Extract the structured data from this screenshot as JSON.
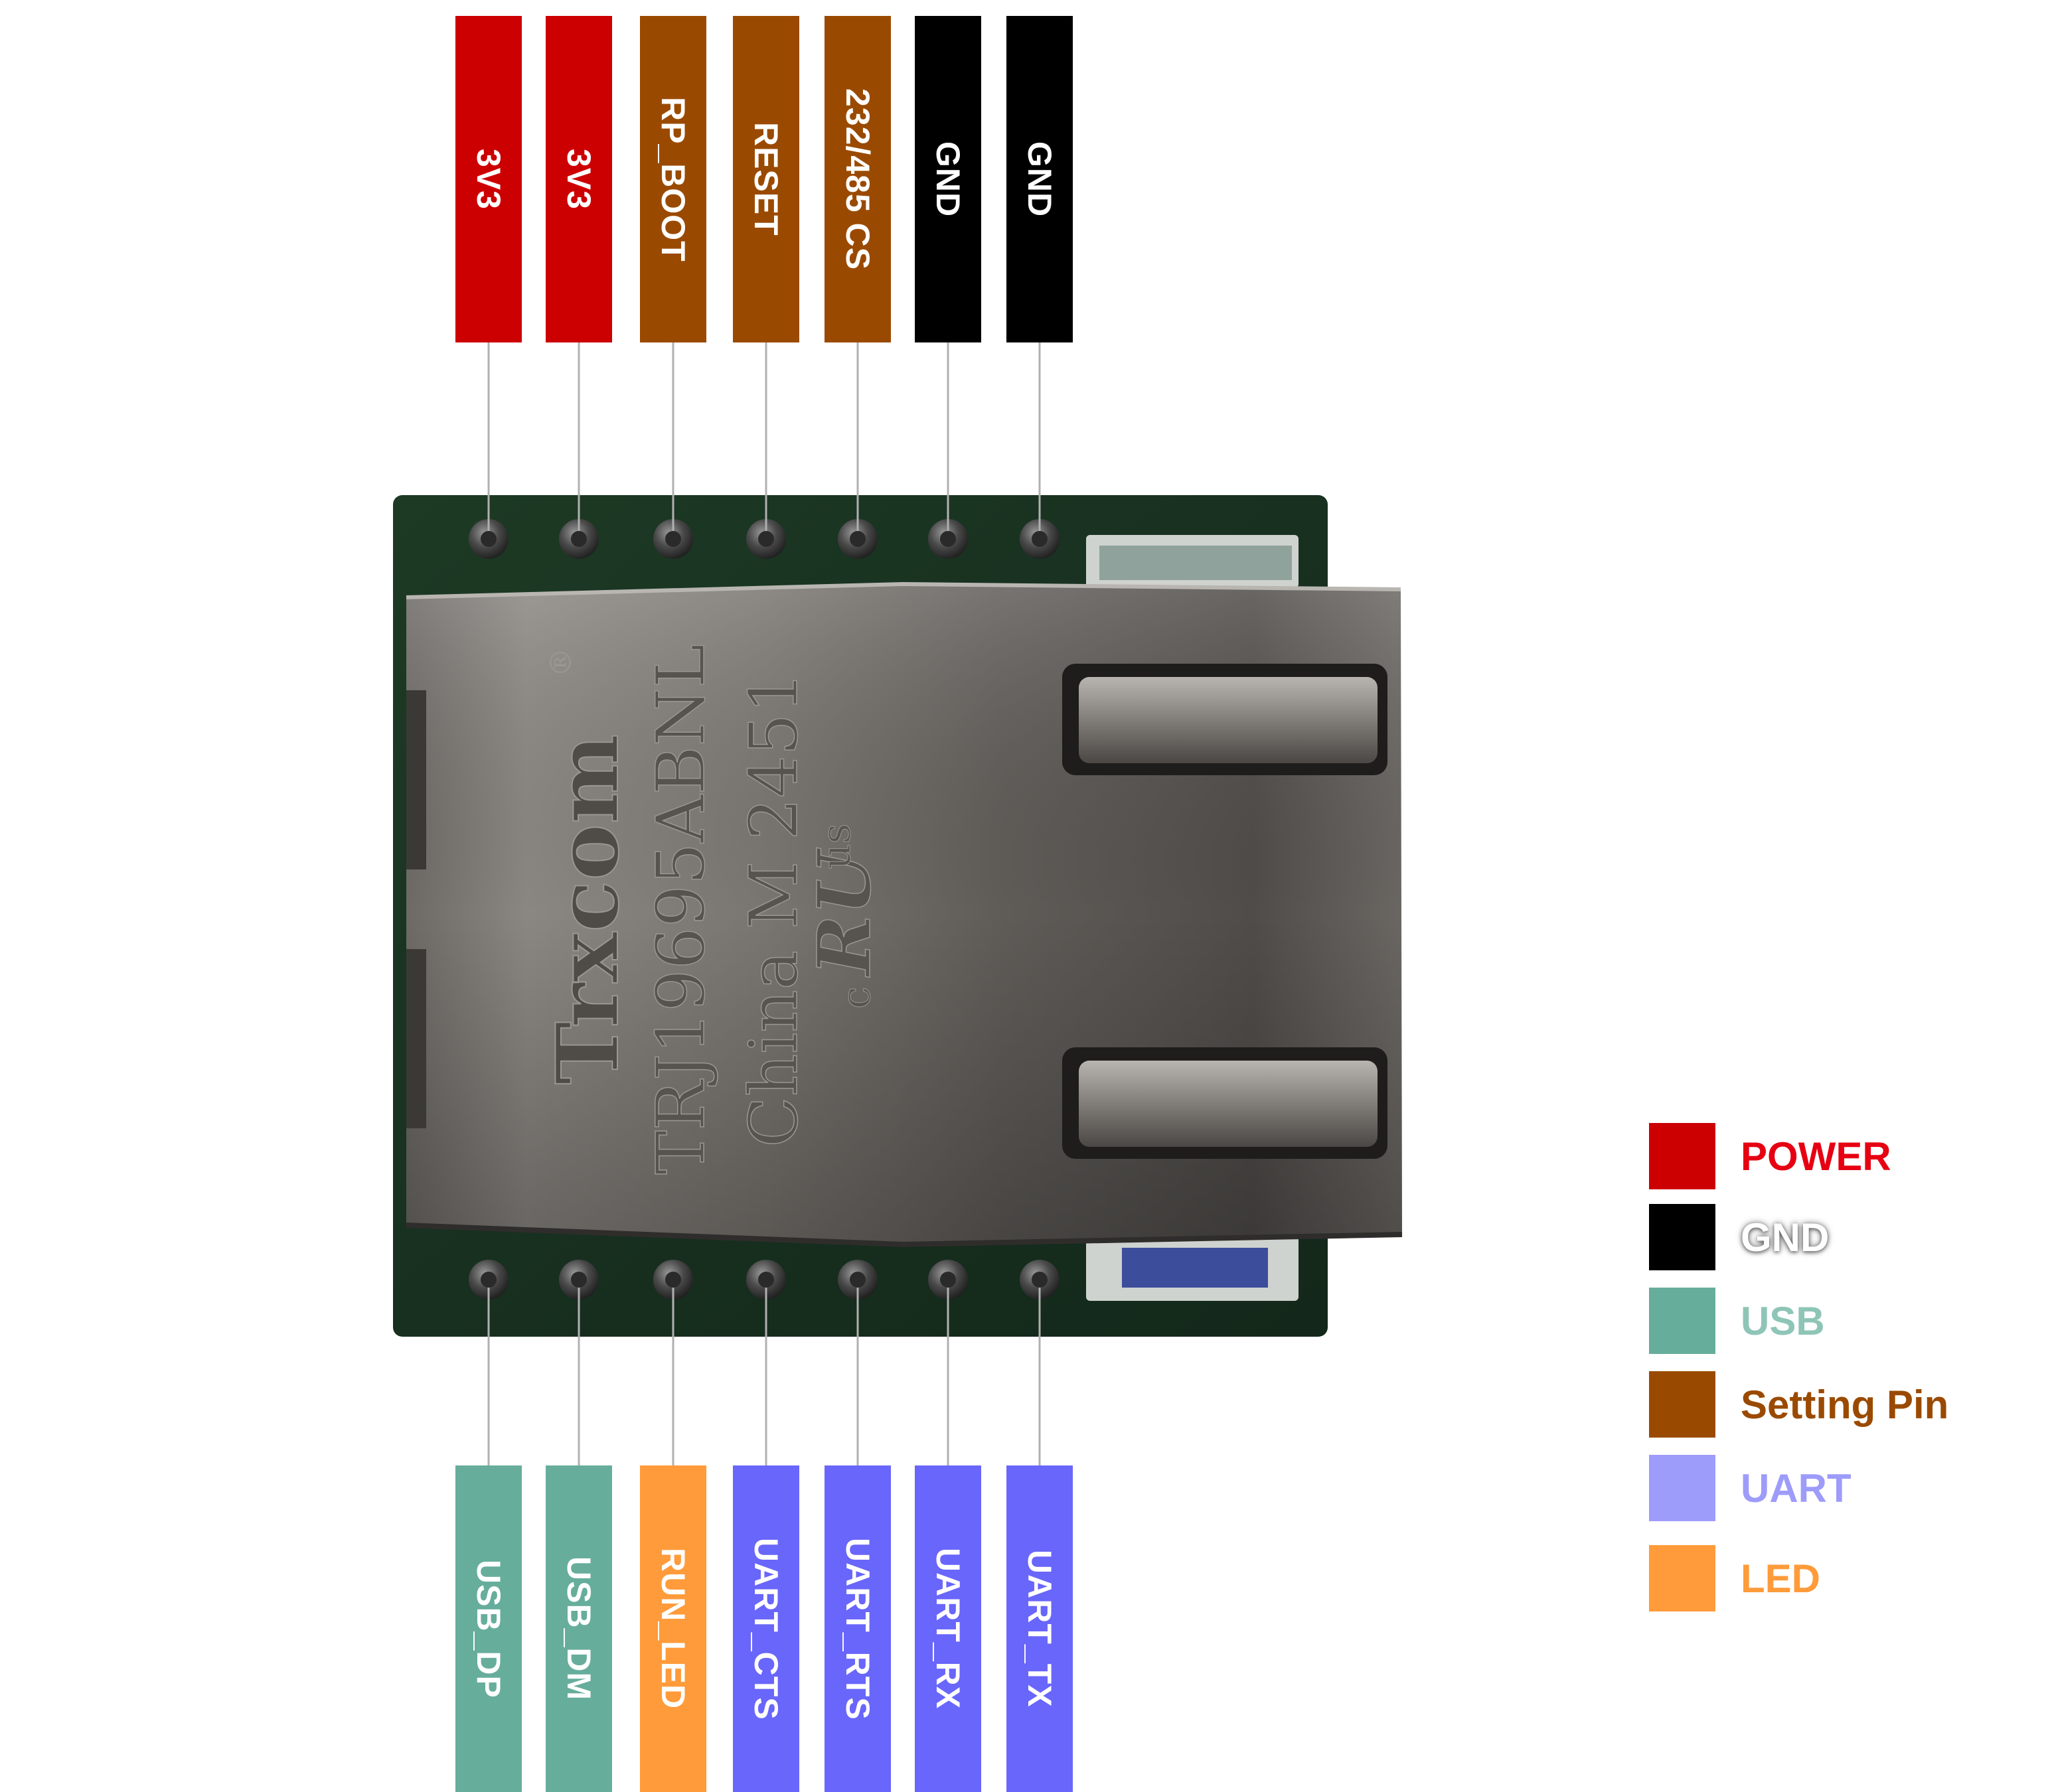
{
  "pins": {
    "top": [
      {
        "label": "3V3",
        "group": "power"
      },
      {
        "label": "3V3",
        "group": "power"
      },
      {
        "label": "RP_BOOT",
        "group": "setting"
      },
      {
        "label": "RESET",
        "group": "setting"
      },
      {
        "label": "232/485 CS",
        "group": "setting"
      },
      {
        "label": "GND",
        "group": "gnd"
      },
      {
        "label": "GND",
        "group": "gnd"
      }
    ],
    "bottom": [
      {
        "label": "USB_DP",
        "group": "usb"
      },
      {
        "label": "USB_DM",
        "group": "usb"
      },
      {
        "label": "RUN_LED",
        "group": "led"
      },
      {
        "label": "UART_CTS",
        "group": "uart"
      },
      {
        "label": "UART_RTS",
        "group": "uart"
      },
      {
        "label": "UART_RX",
        "group": "uart"
      },
      {
        "label": "UART_TX",
        "group": "uart"
      }
    ]
  },
  "colors": {
    "power": "#cc0000",
    "gnd": "#000000",
    "usb": "#67ad9c",
    "setting": "#9a4a00",
    "uart": "#6966fb",
    "led": "#ff9b3a",
    "legend_uart": "#9d9cfb"
  },
  "legend": {
    "items": [
      {
        "label": "POWER",
        "swatch": "#cc0000",
        "text_color": "#e60012"
      },
      {
        "label": "GND",
        "swatch": "#000000",
        "text_color": "#ffffff"
      },
      {
        "label": "USB",
        "swatch": "#67ad9c",
        "text_color": "#8ec5b6"
      },
      {
        "label": "Setting Pin",
        "swatch": "#9a4a00",
        "text_color": "#9a4a00"
      },
      {
        "label": "UART",
        "swatch": "#9d9cfb",
        "text_color": "#9d9cfb"
      },
      {
        "label": "LED",
        "swatch": "#ff9b3a",
        "text_color": "#ff9b3a"
      }
    ]
  },
  "connector": {
    "brand": "Trxcom",
    "registered": "®",
    "model": "TRJ19695ABNL",
    "origin": "China M 2451",
    "cert": "c",
    "cert_mark": "RU",
    "cert_suffix": "us"
  }
}
